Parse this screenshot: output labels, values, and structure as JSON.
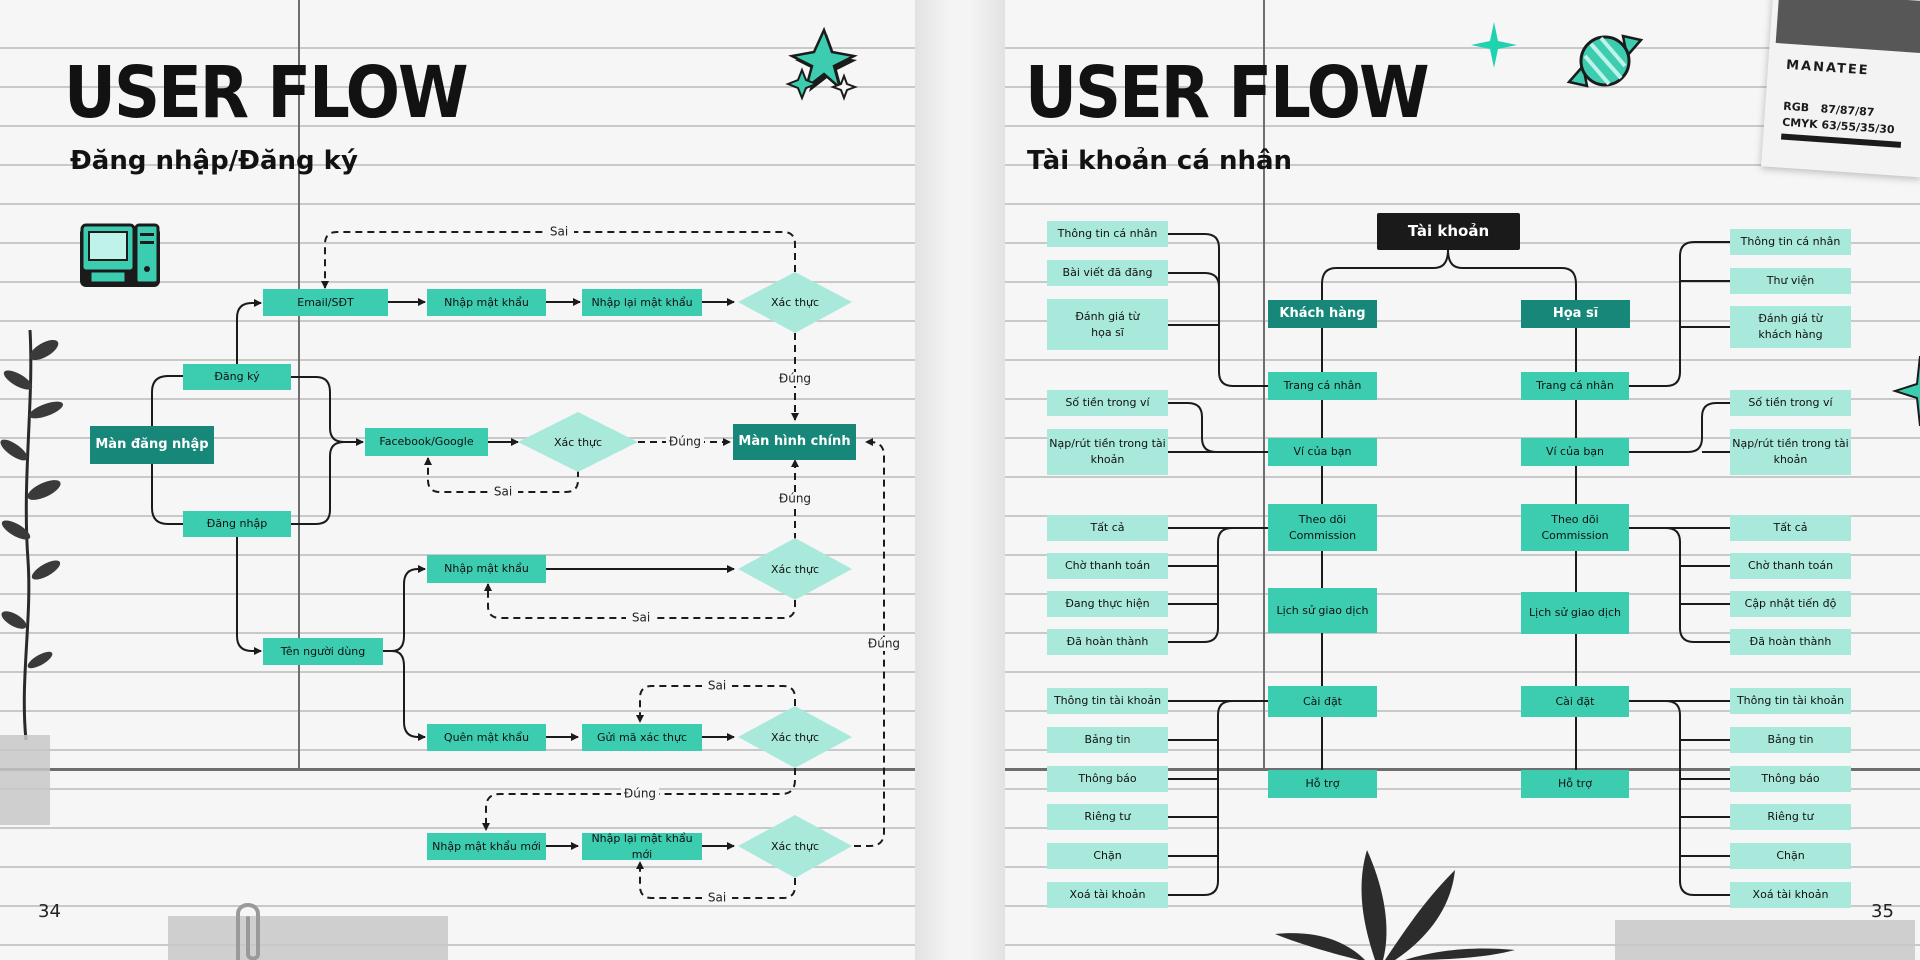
{
  "left_page": {
    "title": "USER FLOW",
    "subtitle": "Đăng nhập/Đăng ký",
    "page_number": "34",
    "nodes": {
      "man_dang_nhap": "Màn đăng nhập",
      "dang_ky": "Đăng ký",
      "dang_nhap": "Đăng nhập",
      "email_sdt": "Email/SĐT",
      "nhap_mat_khau_1": "Nhập mật khẩu",
      "nhap_lai_mat_khau": "Nhập lại mật khẩu",
      "xac_thuc_1": "Xác thực",
      "facebook_google": "Facebook/Google",
      "xac_thuc_2": "Xác thực",
      "man_hinh_chinh": "Màn hình chính",
      "nhap_mat_khau_2": "Nhập mật khẩu",
      "xac_thuc_3": "Xác thực",
      "ten_nguoi_dung": "Tên người dùng",
      "quen_mat_khau": "Quên mật khẩu",
      "gui_ma_xac_thuc": "Gửi mã xác thực",
      "xac_thuc_4": "Xác thực",
      "nhap_mat_khau_moi": "Nhập mật khẩu mới",
      "nhap_lai_mat_khau_moi": "Nhập lại mật khẩu mới",
      "xac_thuc_5": "Xác thực"
    },
    "edge_labels": {
      "sai_top": "Sai",
      "dung_1": "Đúng",
      "dung_fb": "Đúng",
      "sai_fb": "Sai",
      "dung_2": "Đúng",
      "sai_mk": "Sai",
      "dung_right": "Đúng",
      "sai_gui": "Sai",
      "dung_quen": "Đúng",
      "sai_bottom": "Sai"
    }
  },
  "right_page": {
    "title": "USER FLOW",
    "subtitle": "Tài khoản cá nhân",
    "page_number": "35",
    "root": "Tài khoản",
    "khach_hang": {
      "header": "Khách hàng",
      "spine": [
        "Trang cá nhân",
        "Ví của bạn",
        "Theo dõi Commission",
        "Lịch sử giao dịch",
        "Cài đặt",
        "Hỗ trợ"
      ],
      "trang_ca_nhan_children": [
        "Thông tin cá nhân",
        "Bài viết đã đăng",
        "Đánh giá từ họa sĩ"
      ],
      "vi_children": [
        "Số tiền trong ví",
        "Nạp/rút tiền trong tài khoản"
      ],
      "commission_children": [
        "Tất cả",
        "Chờ thanh toán",
        "Đang thực hiện",
        "Đã hoàn thành"
      ],
      "cai_dat_children": [
        "Thông tin tài khoản",
        "Bảng tin",
        "Thông báo",
        "Riêng tư",
        "Chặn",
        "Xoá tài khoản"
      ]
    },
    "hoa_si": {
      "header": "Họa sĩ",
      "spine": [
        "Trang cá nhân",
        "Ví của bạn",
        "Theo dõi Commission",
        "Lịch sử giao dịch",
        "Cài đặt",
        "Hỗ trợ"
      ],
      "trang_ca_nhan_children": [
        "Thông tin cá nhân",
        "Thư viện",
        "Đánh giá từ khách hàng"
      ],
      "vi_children": [
        "Số tiền trong ví",
        "Nạp/rút tiền trong tài khoản"
      ],
      "commission_children": [
        "Tất cả",
        "Chờ thanh toán",
        "Cập nhật tiến độ",
        "Đã hoàn thành"
      ],
      "cai_dat_children": [
        "Thông tin tài khoản",
        "Bảng tin",
        "Thông báo",
        "Riêng tư",
        "Chặn",
        "Xoá tài khoản"
      ]
    },
    "color_card": {
      "name": "MANATEE",
      "rgb_label": "RGB",
      "rgb_value": "87/87/87",
      "cmyk_label": "CMYK",
      "cmyk_value": "63/55/35/30"
    }
  },
  "colors": {
    "teal_medium": "#3ccdb1",
    "teal_dark": "#168778",
    "teal_light": "#a9e9dc",
    "black": "#1a1a1a",
    "paper": "#f6f6f6"
  },
  "icons": [
    "computer-icon",
    "sparkle-cluster-icon",
    "sparkle-icon",
    "candy-icon",
    "paperclip-icon",
    "plant-icon"
  ]
}
